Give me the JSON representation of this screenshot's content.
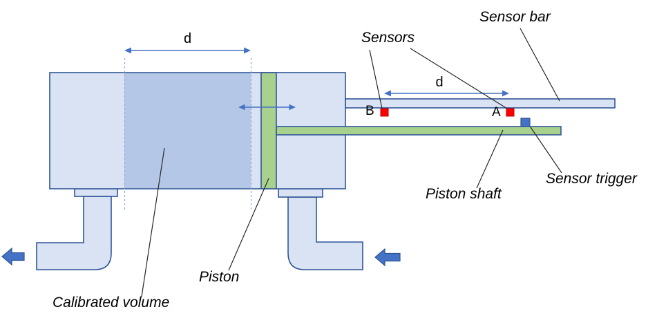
{
  "diagram": {
    "description": "Piston prover calibration diagram",
    "labels": {
      "sensor_bar": "Sensor bar",
      "sensors": "Sensors",
      "sensor_trigger": "Sensor trigger",
      "piston_shaft": "Piston shaft",
      "piston": "Piston",
      "calibrated_volume": "Calibrated volume",
      "sensor_a": "A",
      "sensor_b": "B",
      "distance_top": "d",
      "distance_sensors": "d"
    },
    "icons": {
      "flow_outlet": "block-arrow-left-icon",
      "flow_inlet": "block-arrow-left-icon",
      "distance_top": "double-headed-arrow-icon",
      "distance_sensors": "double-headed-arrow-icon",
      "piston_travel": "double-headed-arrow-icon"
    },
    "colors": {
      "background": "#ffffff",
      "cylinder_fill": "#dae3f3",
      "calibrated_volume_fill": "#b4c7e7",
      "piston_fill": "#a9d18e",
      "outline": "#2f5597",
      "accent_blue": "#4472c4",
      "dashed_guide": "#8faadc",
      "sensor_red": "#ff0000",
      "sensor_red_border": "#c00000",
      "text": "#000000"
    }
  }
}
